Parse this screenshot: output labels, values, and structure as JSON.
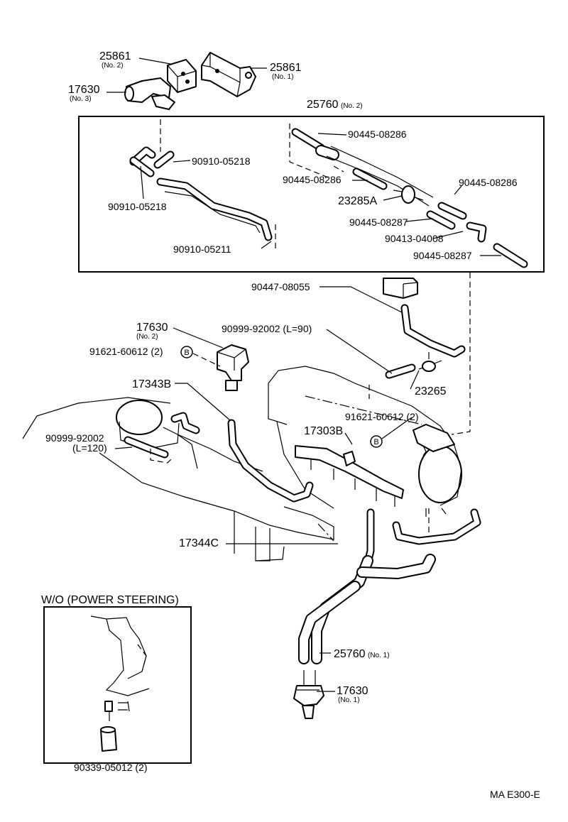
{
  "labels": {
    "p25861_no2": "25861",
    "p25861_no2_sub": "(No. 2)",
    "p25861_no1": "25861",
    "p25861_no1_sub": "(No. 1)",
    "p17630_no3": "17630",
    "p17630_no3_sub": "(No. 3)",
    "p25760_no2": "25760",
    "p25760_no2_sub": "(No. 2)",
    "p90445_08286_a": "90445-08286",
    "p90910_05218_a": "90910-05218",
    "p90445_08286_b": "90445-08286",
    "p90445_08286_c": "90445-08286",
    "p23285A": "23285A",
    "p90910_05218_b": "90910-05218",
    "p90445_08287_a": "90445-08287",
    "p90413_04008": "90413-04008",
    "p90910_05211": "90910-05211",
    "p90445_08287_b": "90445-08287",
    "p90447_08055": "90447-08055",
    "p17630_no2": "17630",
    "p17630_no2_sub": "(No. 2)",
    "p90999_92002_l90": "90999-92002 (L=90)",
    "p91621_60612_a": "91621-60612 (2)",
    "p23265": "23265",
    "p17343B": "17343B",
    "p91621_60612_b": "91621-60612 (2)",
    "p90999_92002_l120": "90999-92002",
    "p90999_92002_l120_sub": "(L=120)",
    "p17303B": "17303B",
    "p17344C": "17344C",
    "wo_title": "W/O (POWER STEERING)",
    "p25760_no1": "25760",
    "p25760_no1_sub": "(No. 1)",
    "p17630_no1": "17630",
    "p17630_no1_sub": "(No. 1)",
    "p90339_05012": "90339-05012 (2)",
    "bolt_b_1": "B",
    "bolt_b_2": "B",
    "figure_code": "MA E300-E"
  }
}
